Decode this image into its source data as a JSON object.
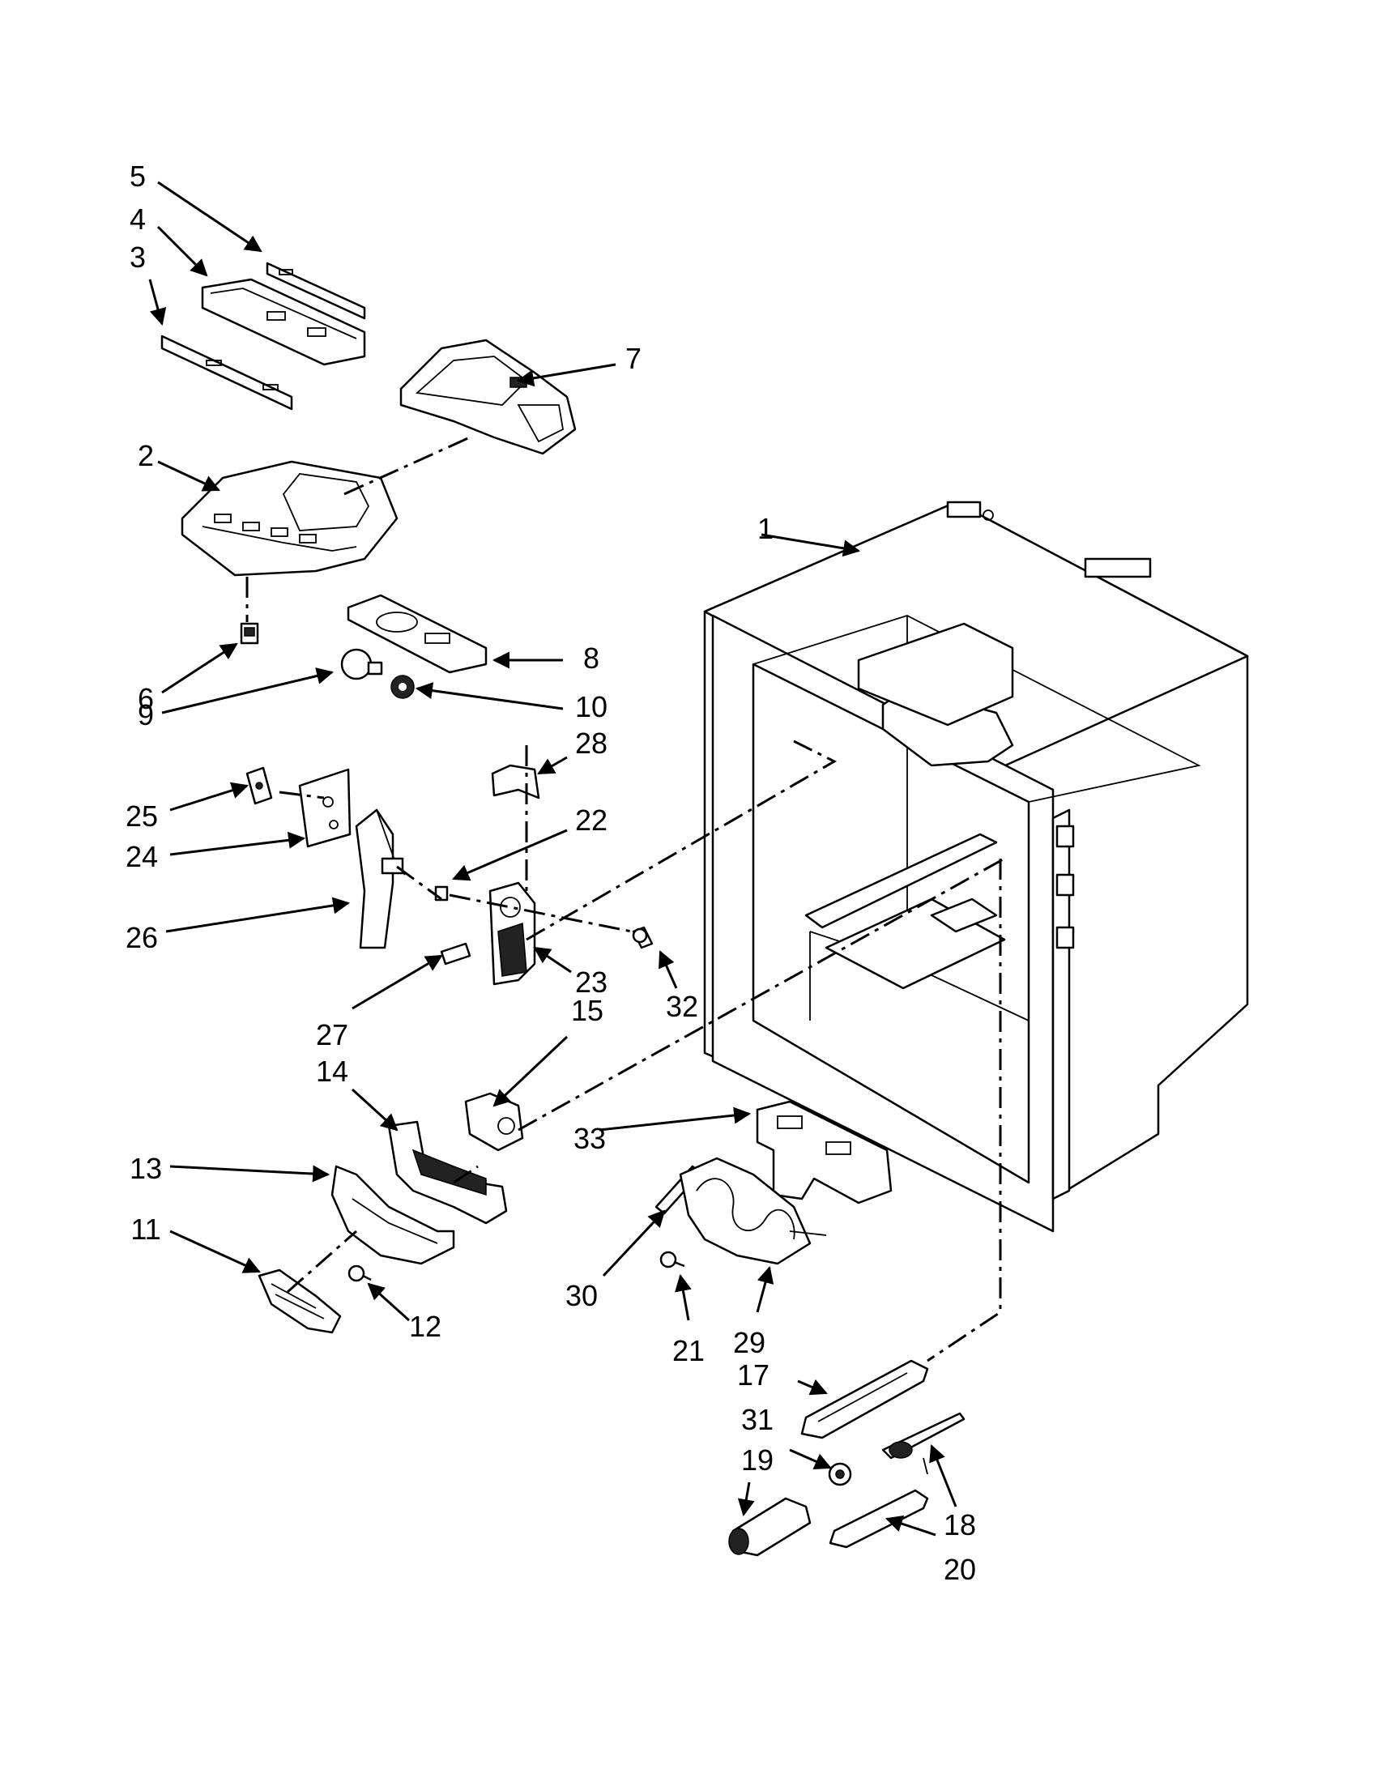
{
  "diagram": {
    "callouts": [
      {
        "id": "1",
        "label": "1"
      },
      {
        "id": "2",
        "label": "2"
      },
      {
        "id": "3",
        "label": "3"
      },
      {
        "id": "4",
        "label": "4"
      },
      {
        "id": "5",
        "label": "5"
      },
      {
        "id": "6",
        "label": "6"
      },
      {
        "id": "7",
        "label": "7"
      },
      {
        "id": "8",
        "label": "8"
      },
      {
        "id": "9",
        "label": "9"
      },
      {
        "id": "10",
        "label": "10"
      },
      {
        "id": "11",
        "label": "11"
      },
      {
        "id": "12",
        "label": "12"
      },
      {
        "id": "13",
        "label": "13"
      },
      {
        "id": "14",
        "label": "14"
      },
      {
        "id": "15",
        "label": "15"
      },
      {
        "id": "17",
        "label": "17"
      },
      {
        "id": "18",
        "label": "18"
      },
      {
        "id": "19",
        "label": "19"
      },
      {
        "id": "20",
        "label": "20"
      },
      {
        "id": "21",
        "label": "21"
      },
      {
        "id": "22",
        "label": "22"
      },
      {
        "id": "23",
        "label": "23"
      },
      {
        "id": "24",
        "label": "24"
      },
      {
        "id": "25",
        "label": "25"
      },
      {
        "id": "26",
        "label": "26"
      },
      {
        "id": "27",
        "label": "27"
      },
      {
        "id": "28",
        "label": "28"
      },
      {
        "id": "29",
        "label": "29"
      },
      {
        "id": "30",
        "label": "30"
      },
      {
        "id": "31",
        "label": "31"
      },
      {
        "id": "32",
        "label": "32"
      },
      {
        "id": "33",
        "label": "33"
      }
    ]
  }
}
